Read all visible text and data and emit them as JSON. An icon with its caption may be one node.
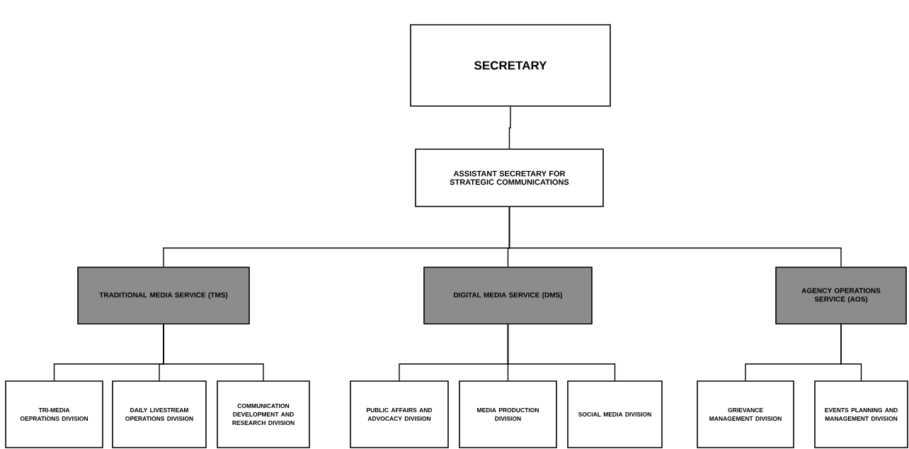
{
  "diagram": {
    "nodes": [
      {
        "text": [
          "SECRETARY"
        ]
      },
      {
        "text": [
          "ASSISTANT SECRETARY FOR STRATEGIC COMMUNICATIONS"
        ]
      },
      {
        "text": [
          "TRADITIONAL MEDIA SERVICE (TMS)"
        ]
      },
      {
        "text": [
          "DIGITAL MEDIA SERVICE (DMS)"
        ]
      },
      {
        "text": [
          "AGENCY OPERATIONS SERVICE (AOS)"
        ]
      },
      {
        "text": [
          "TRI-MEDIA OEPRATIONS DIVISION"
        ]
      },
      {
        "text": [
          "DAILY LIVESTREAM OPERATIONS DIVISION"
        ]
      },
      {
        "text": [
          "COMMUNICATION DEVELOPMENT AND RESEARCH DIVISION"
        ]
      },
      {
        "text": [
          "PUBLIC AFFAIRS AND ADVOCACY DIVISION"
        ]
      },
      {
        "text": [
          "MEDIA PRODUCTION DIVISION"
        ]
      },
      {
        "text": [
          "SOCIAL MEDIA DIVISION"
        ]
      },
      {
        "text": [
          "GRIEVANCE MANAGEMENT DIVISION"
        ]
      },
      {
        "text": [
          "EVENTS PLANNING AND MANAGEMENT DIVISION"
        ]
      }
    ],
    "edges": [
      {
        "from": 0,
        "to": 1,
        "arrow": "none"
      },
      {
        "from": 1,
        "to": 2,
        "arrow": "none"
      },
      {
        "from": 1,
        "to": 3,
        "arrow": "none"
      },
      {
        "from": 1,
        "to": 4,
        "arrow": "none"
      },
      {
        "from": 2,
        "to": 5,
        "arrow": "none"
      },
      {
        "from": 2,
        "to": 6,
        "arrow": "none"
      },
      {
        "from": 2,
        "to": 7,
        "arrow": "none"
      },
      {
        "from": 3,
        "to": 8,
        "arrow": "none"
      },
      {
        "from": 3,
        "to": 9,
        "arrow": "none"
      },
      {
        "from": 3,
        "to": 10,
        "arrow": "none"
      },
      {
        "from": 4,
        "to": 11,
        "arrow": "none"
      },
      {
        "from": 4,
        "to": 12,
        "arrow": "none"
      }
    ]
  }
}
